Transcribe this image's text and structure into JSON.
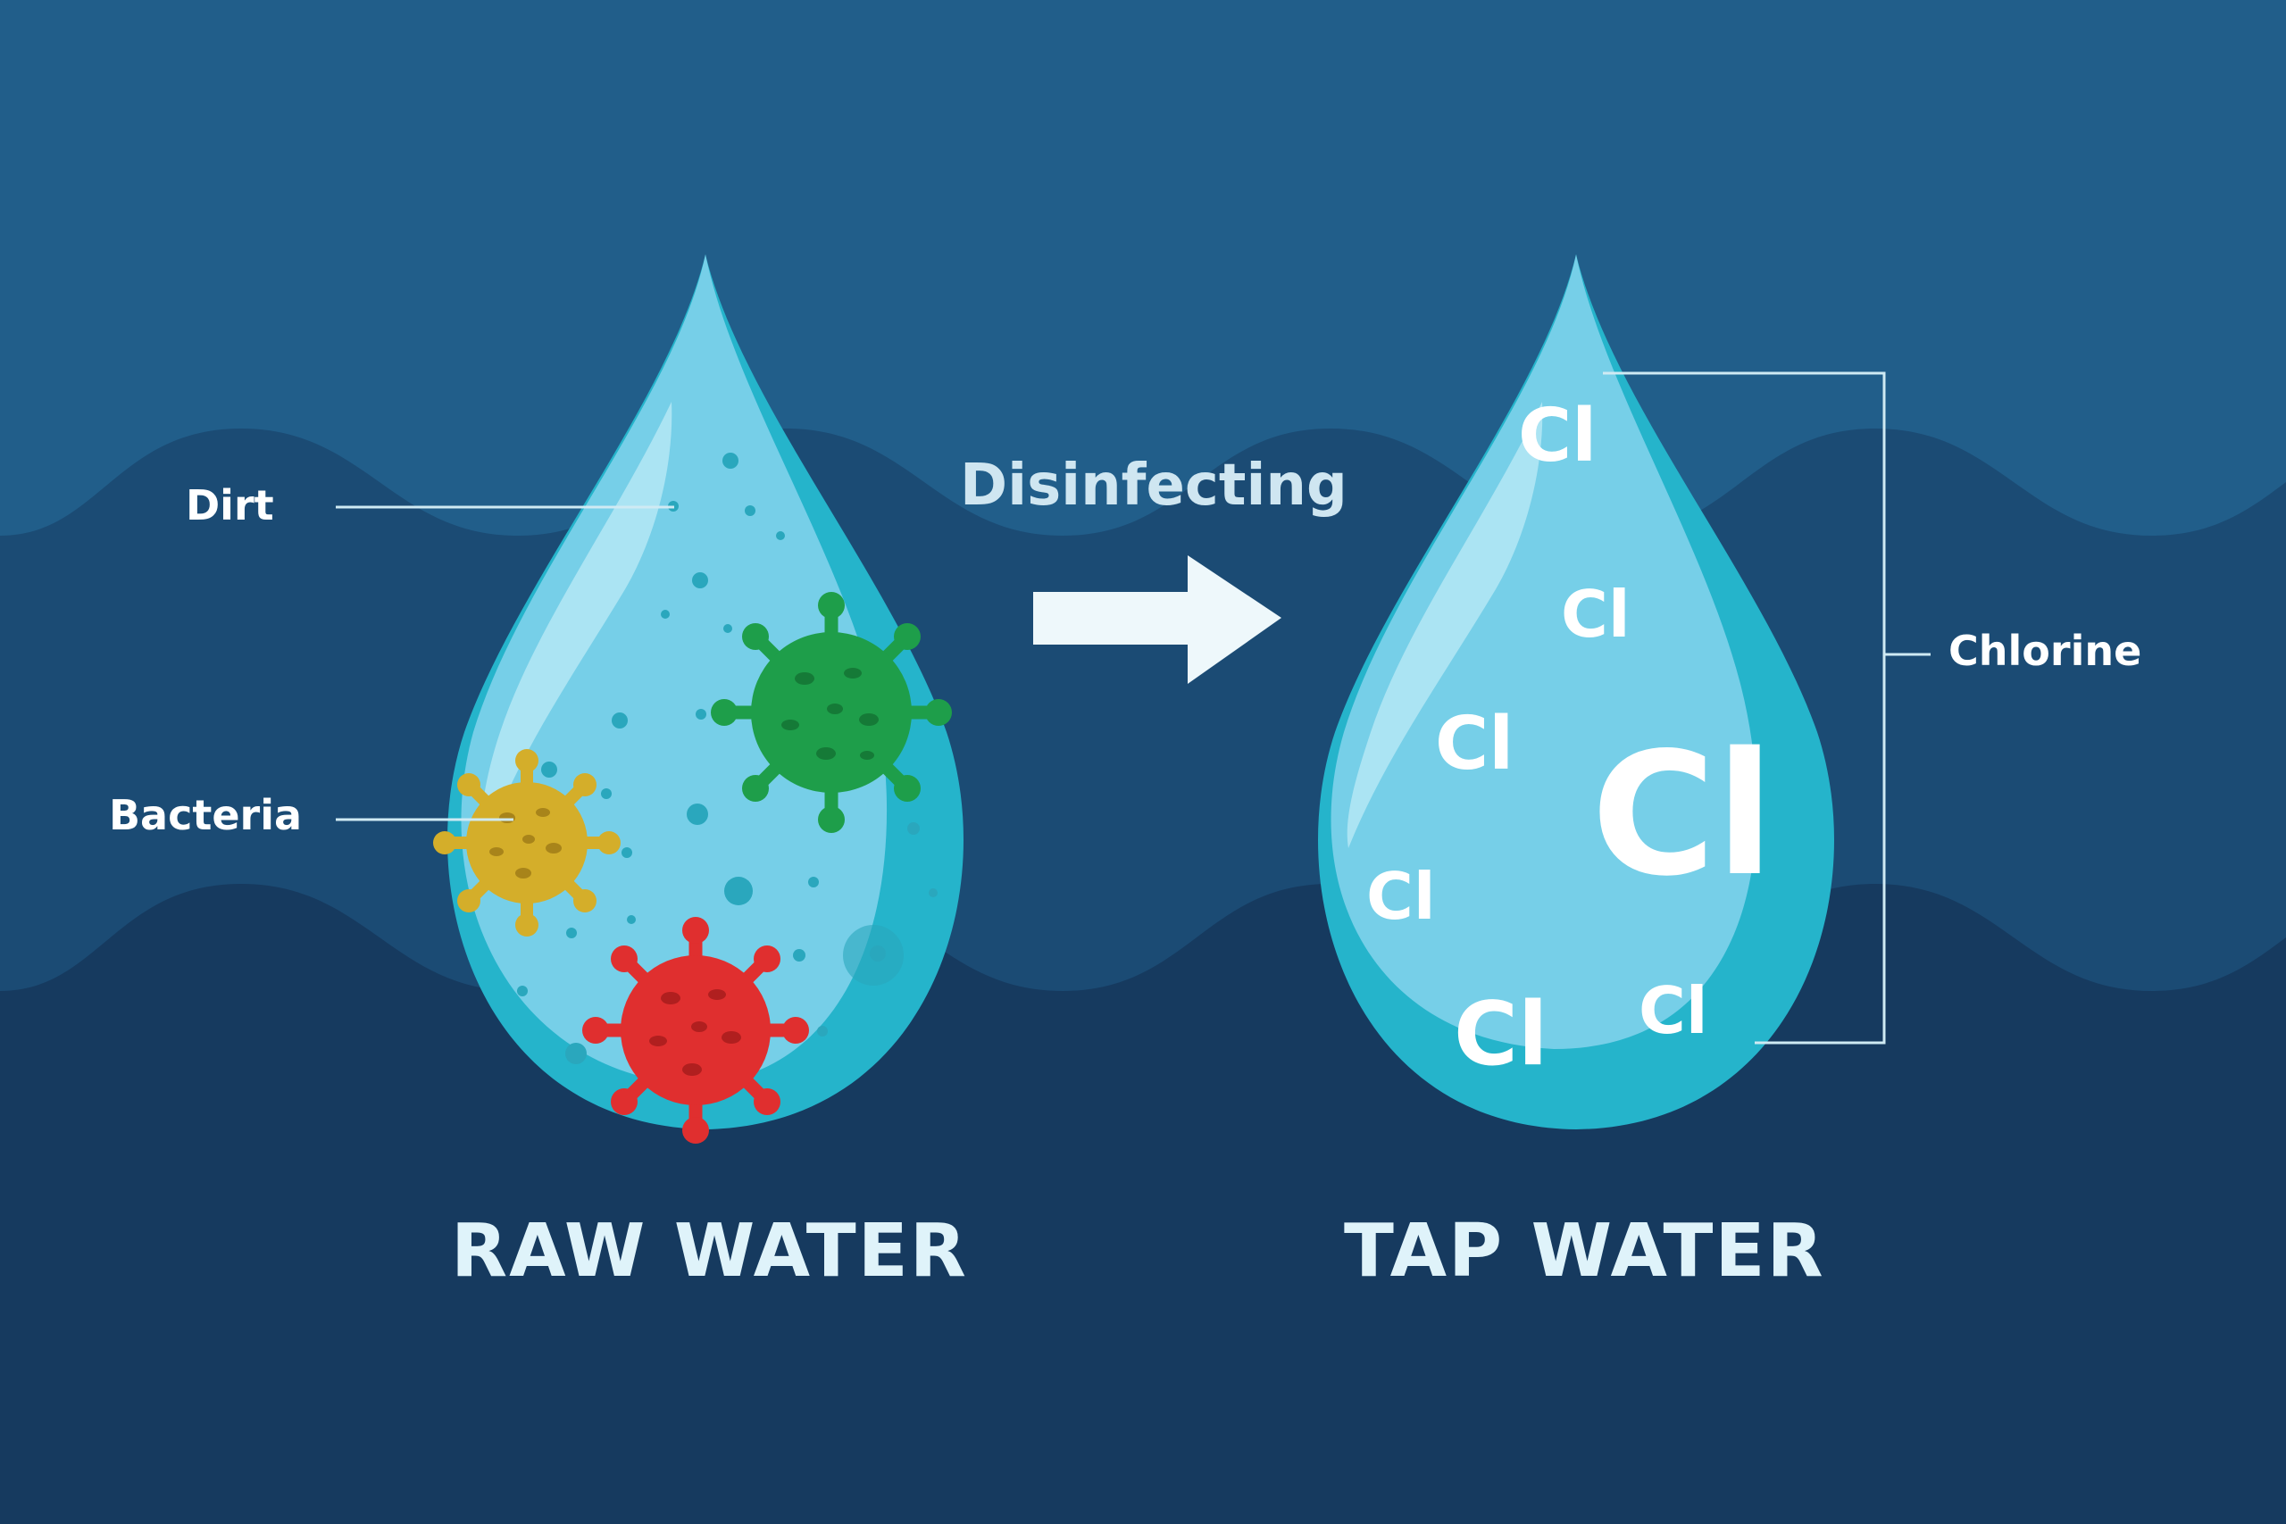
{
  "labels": {
    "dirt": "Dirt",
    "bacteria": "Bacteria",
    "chlorine": "Chlorine",
    "process": "Disinfecting"
  },
  "captions": {
    "raw": "RAW WATER",
    "tap": "TAP WATER"
  },
  "chlorine_symbols": [
    "Cl",
    "Cl",
    "Cl",
    "Cl",
    "Cl",
    "Cl",
    "Cl"
  ],
  "colors": {
    "background_top": "#215e8a",
    "background_mid": "#1b4b74",
    "background_bottom": "#163a5f",
    "drop_light": "#76cfe8",
    "drop_edge": "#25b4cb",
    "dirt_particles": "#2aa7bd",
    "germ_green": "#1e9e4a",
    "germ_yellow": "#d4ae2a",
    "germ_red": "#e02f2f",
    "arrow": "#eef8fb"
  },
  "icons": [
    "bacteria-icon-green",
    "bacteria-icon-yellow",
    "bacteria-icon-red",
    "arrow-right-icon"
  ]
}
